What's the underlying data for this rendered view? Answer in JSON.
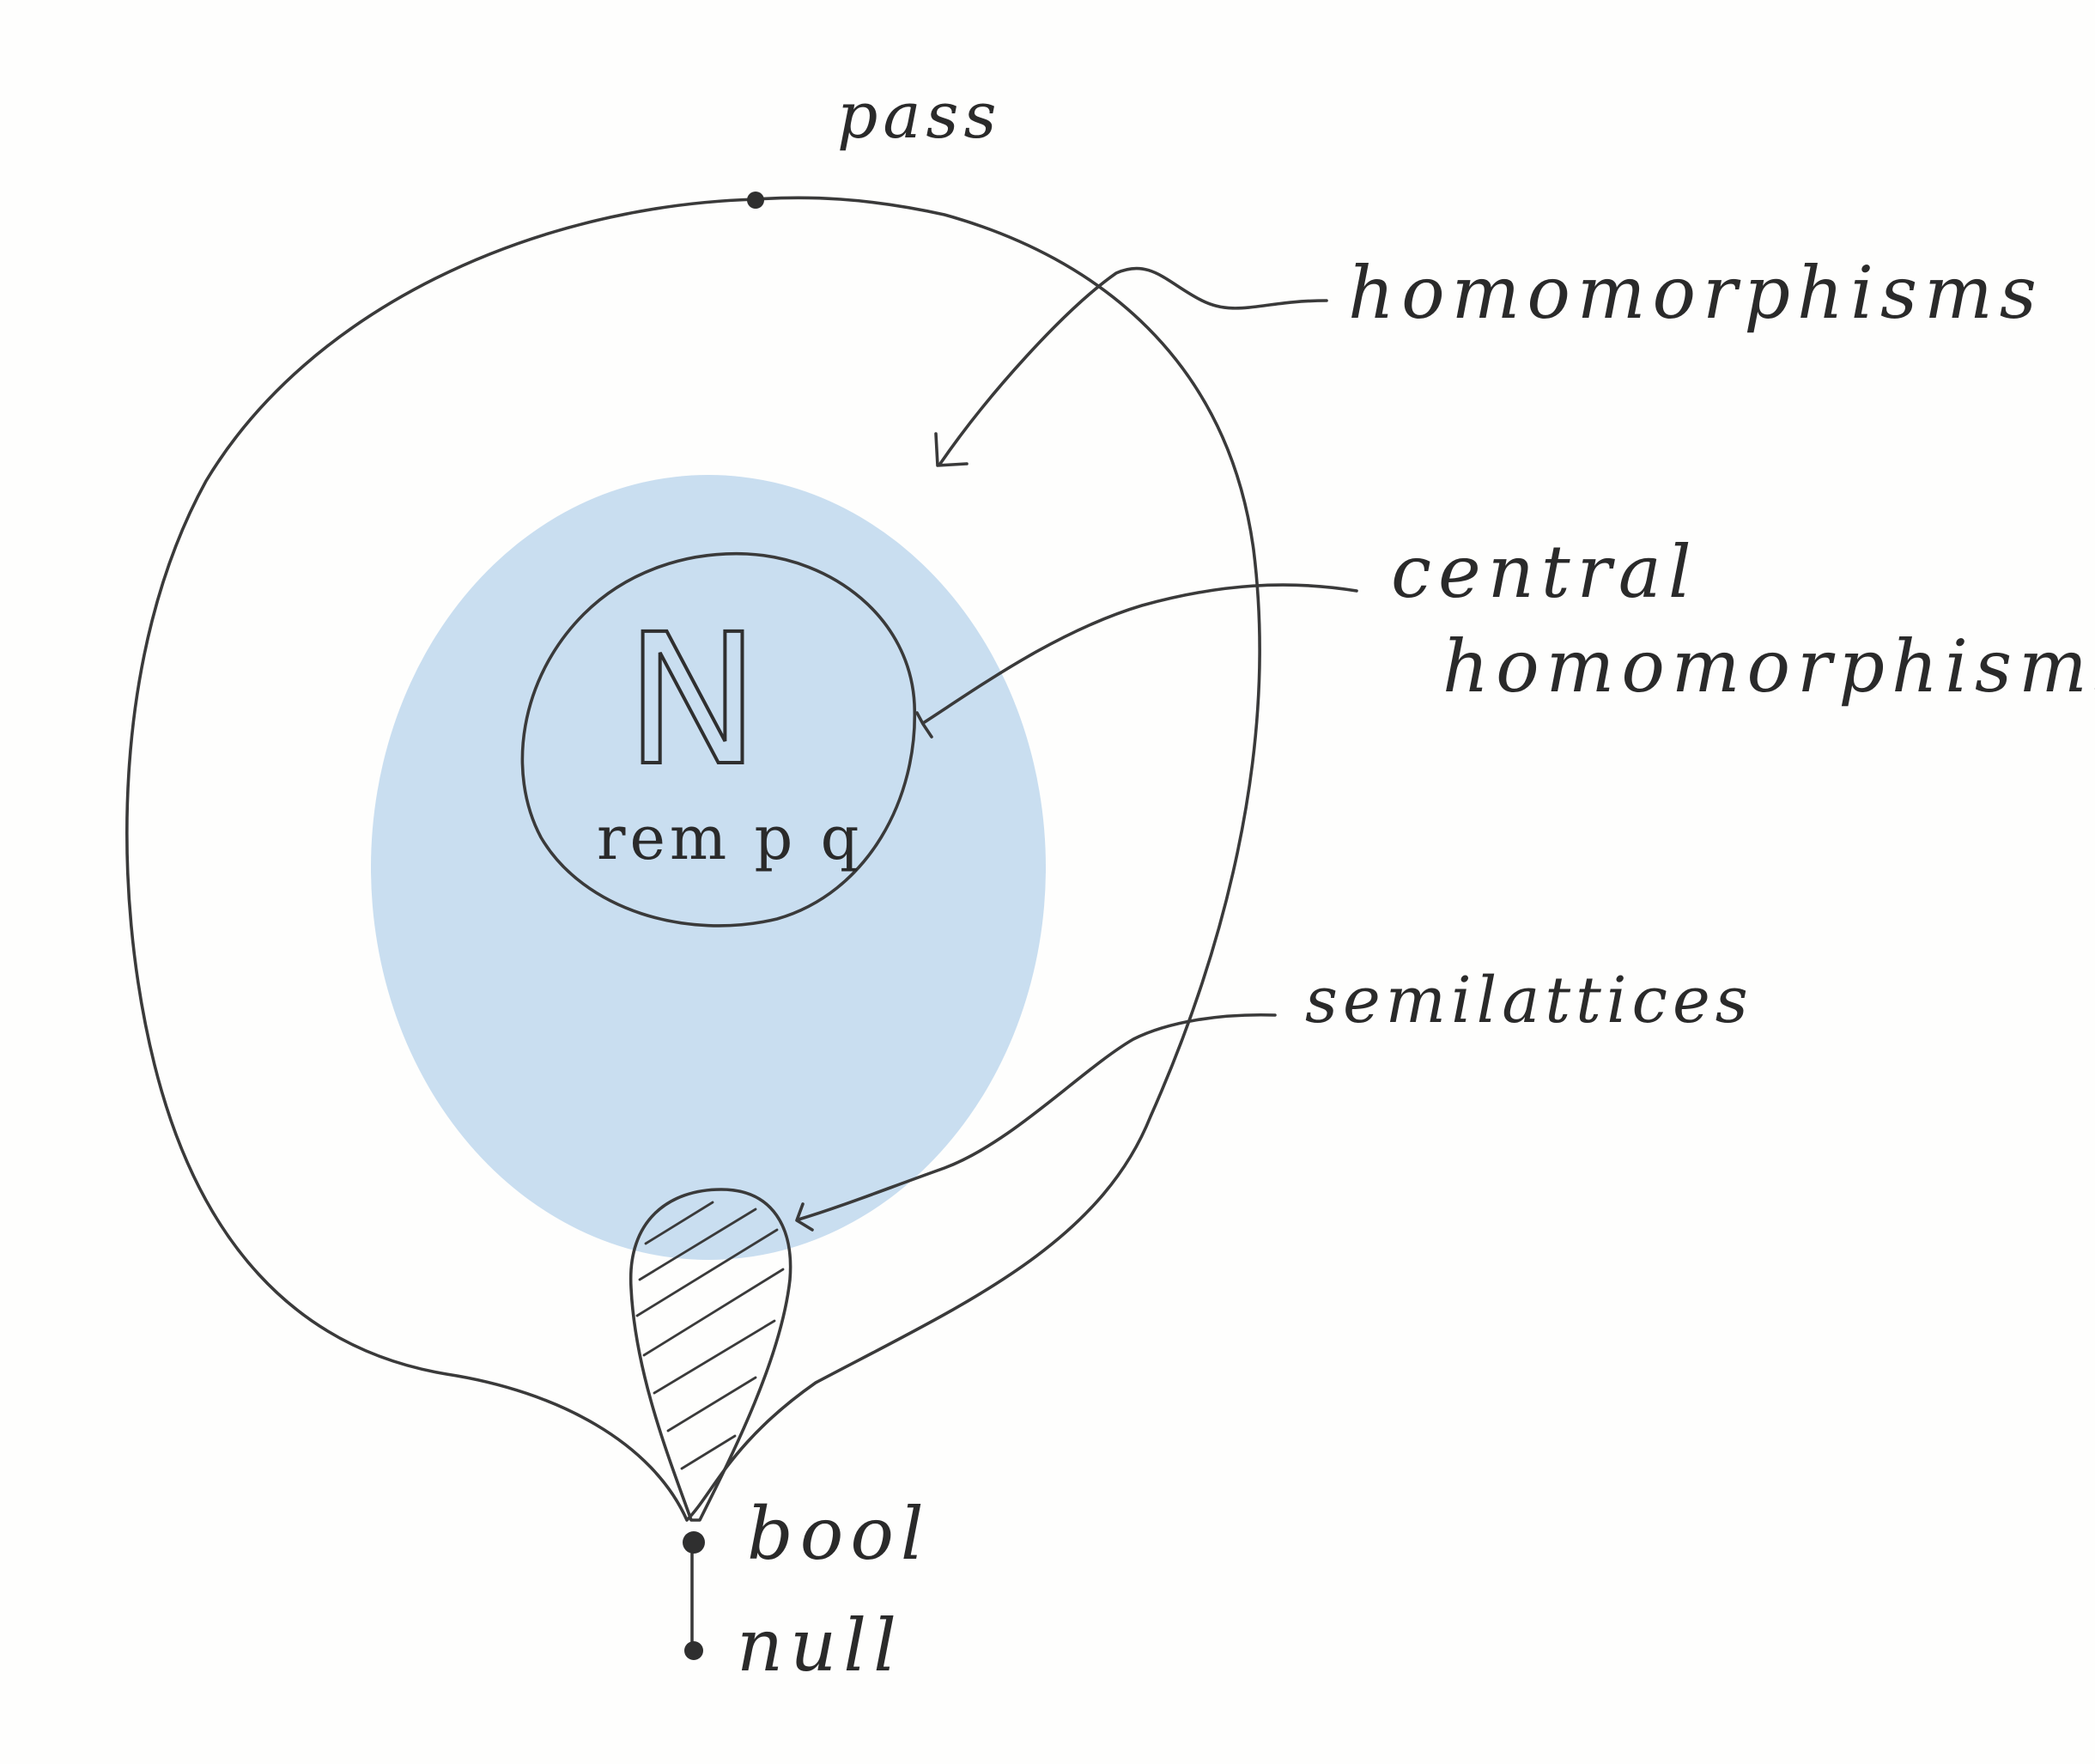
{
  "nodes": {
    "top": "pass",
    "bottom_upper": "bool",
    "bottom_lower": "null"
  },
  "regions": {
    "homomorphisms": "homomorphisms",
    "central_line1": "central",
    "central_line2": "homomorphisms",
    "semilattices": "semilattices",
    "inner_symbol": "N",
    "inner_sublabel": "rem p q"
  },
  "colors": {
    "blue_disk": "#c9def0",
    "ink": "#3a3a3a"
  }
}
